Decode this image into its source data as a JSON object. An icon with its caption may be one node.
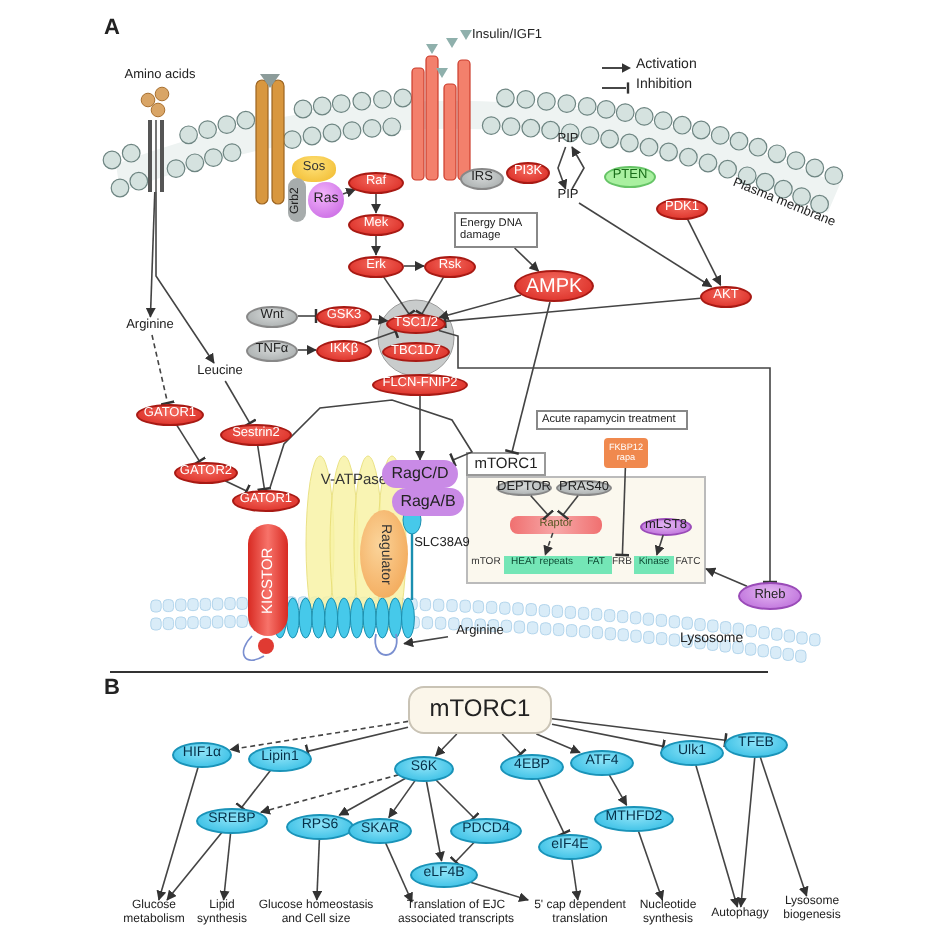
{
  "diagram": {
    "nodes": [
      {
        "text": [
          "Amino acids"
        ]
      },
      {
        "text": [],
        "shape": "bar"
      },
      {
        "text": [
          "Arginine"
        ]
      },
      {
        "text": [
          "Leucine"
        ]
      },
      {
        "text": [
          "GATOR1"
        ]
      },
      {
        "text": [
          "Sestrin2"
        ]
      },
      {
        "text": [
          "GATOR2"
        ]
      },
      {
        "text": [
          "GATOR1"
        ]
      },
      {
        "text": [
          "KICSTOR"
        ]
      },
      {
        "text": [
          "V-ATPase"
        ]
      },
      {
        "text": [
          "RagC/D"
        ]
      },
      {
        "text": [
          "RagA/B"
        ]
      },
      {
        "text": [
          "Ragulator"
        ]
      },
      {
        "text": [
          "SLC38A9"
        ]
      },
      {
        "text": [
          "Arginine"
        ]
      },
      {
        "text": [
          "Sos"
        ]
      },
      {
        "text": [
          "Ras"
        ]
      },
      {
        "text": [
          "Grb2"
        ]
      },
      {
        "text": [
          "Raf"
        ]
      },
      {
        "text": [
          "Mek"
        ]
      },
      {
        "text": [
          "Erk"
        ]
      },
      {
        "text": [
          "Rsk"
        ]
      },
      {
        "text": [
          "IRS"
        ]
      },
      {
        "text": [
          "PI3K"
        ]
      },
      {
        "text": [
          "PIP"
        ]
      },
      {
        "text": [
          "PIP"
        ]
      },
      {
        "text": [
          "PTEN"
        ]
      },
      {
        "text": [
          "PDK1"
        ]
      },
      {
        "text": [
          "AKT"
        ]
      },
      {
        "text": [
          "Energy DNA damage"
        ]
      },
      {
        "text": [
          "AMPK"
        ]
      },
      {
        "text": [
          "Wnt"
        ]
      },
      {
        "text": [
          "GSK3"
        ]
      },
      {
        "text": [
          "TNFα"
        ]
      },
      {
        "text": [
          "IKKβ"
        ]
      },
      {
        "text": [
          "TSC1/2"
        ]
      },
      {
        "text": [
          "TBC1D7"
        ]
      },
      {
        "text": [
          "FLCN-FNIP2"
        ]
      },
      {
        "text": [
          "Acute rapamycin treatment"
        ]
      },
      {
        "text": [
          "FKBP12 rapa"
        ]
      },
      {
        "text": [
          "mTORC1"
        ]
      },
      {
        "text": [
          "DEPTOR"
        ],
        "in": 40
      },
      {
        "text": [
          "PRAS40"
        ],
        "in": 40
      },
      {
        "text": [
          "Raptor"
        ],
        "in": 40
      },
      {
        "text": [
          "mLST8"
        ],
        "in": 40
      },
      {
        "text": [
          "mTOR"
        ],
        "in": 40
      },
      {
        "text": [
          "HEAT repeats"
        ],
        "in": 40
      },
      {
        "text": [
          "FAT"
        ],
        "in": 40
      },
      {
        "text": [
          "FRB"
        ],
        "in": 40
      },
      {
        "text": [
          "Kinase"
        ],
        "in": 40
      },
      {
        "text": [
          "FATC"
        ],
        "in": 40
      },
      {
        "text": [
          "Rheb"
        ]
      },
      {
        "text": [
          "mTORC1"
        ]
      },
      {
        "text": [
          "HIF1α"
        ]
      },
      {
        "text": [
          "Lipin1"
        ]
      },
      {
        "text": [
          "S6K"
        ]
      },
      {
        "text": [
          "4EBP"
        ]
      },
      {
        "text": [
          "ATF4"
        ]
      },
      {
        "text": [
          "Ulk1"
        ]
      },
      {
        "text": [
          "TFEB"
        ]
      },
      {
        "text": [
          "SREBP"
        ]
      },
      {
        "text": [
          "RPS6"
        ]
      },
      {
        "text": [
          "SKAR"
        ]
      },
      {
        "text": [
          "PDCD4"
        ]
      },
      {
        "text": [
          "eLF4B"
        ]
      },
      {
        "text": [
          "eIF4E"
        ]
      },
      {
        "text": [
          "MTHFD2"
        ]
      },
      {
        "text": [
          "Glucose metabolism"
        ]
      },
      {
        "text": [
          "Lipid synthesis"
        ]
      },
      {
        "text": [
          "Glucose homeostasis and Cell size"
        ]
      },
      {
        "text": [
          "Translation of EJC associated transcripts"
        ]
      },
      {
        "text": [
          "5' cap dependent translation"
        ]
      },
      {
        "text": [
          "Nucleotide synthesis"
        ]
      },
      {
        "text": [
          "Autophagy"
        ]
      },
      {
        "text": [
          "Lysosome biogenesis"
        ]
      },
      {
        "text": [],
        "shape": "picture"
      }
    ],
    "edges": [
      {
        "from": 1,
        "to": 2,
        "arrow": "to"
      },
      {
        "from": 1,
        "to": 3,
        "arrow": "to"
      },
      {
        "from": 2,
        "to": 4,
        "arrow": "other",
        "style": "dashed"
      },
      {
        "from": 3,
        "to": 5,
        "arrow": "other"
      },
      {
        "from": 4,
        "to": 6,
        "arrow": "other"
      },
      {
        "from": 6,
        "to": 7,
        "arrow": "other"
      },
      {
        "from": 5,
        "to": 7,
        "arrow": "other"
      },
      {
        "from": 7,
        "to": 10,
        "arrow": "other"
      },
      {
        "from": 37,
        "to": 10,
        "arrow": "to"
      },
      {
        "from": 16,
        "to": 18,
        "arrow": "to"
      },
      {
        "from": 18,
        "to": 19,
        "arrow": "to"
      },
      {
        "from": 19,
        "to": 20,
        "arrow": "to"
      },
      {
        "from": 20,
        "to": 21,
        "arrow": "to"
      },
      {
        "from": 20,
        "to": 35,
        "arrow": "other"
      },
      {
        "from": 21,
        "to": 35,
        "arrow": "other"
      },
      {
        "from": 31,
        "to": 32,
        "arrow": "other"
      },
      {
        "from": 32,
        "to": 35,
        "arrow": "to"
      },
      {
        "from": 33,
        "to": 34,
        "arrow": "to"
      },
      {
        "from": 34,
        "to": 35,
        "arrow": "other"
      },
      {
        "from": 30,
        "to": 35,
        "arrow": "to"
      },
      {
        "from": 28,
        "to": 35,
        "arrow": "other"
      },
      {
        "from": 35,
        "to": 51,
        "arrow": "other"
      },
      {
        "from": 51,
        "to": 40,
        "arrow": "to"
      },
      {
        "from": 30,
        "to": 40,
        "arrow": "other"
      },
      {
        "from": 29,
        "to": 30,
        "arrow": "to"
      },
      {
        "from": 25,
        "to": 28,
        "arrow": "to"
      },
      {
        "from": 27,
        "to": 28,
        "arrow": "to"
      },
      {
        "from": 24,
        "to": 25,
        "arrow": "to"
      },
      {
        "from": 25,
        "to": 24,
        "arrow": "to"
      },
      {
        "from": 41,
        "to": 43,
        "arrow": "other"
      },
      {
        "from": 42,
        "to": 43,
        "arrow": "other"
      },
      {
        "from": 43,
        "to": 46,
        "arrow": "to",
        "style": "dashed"
      },
      {
        "from": 44,
        "to": 49,
        "arrow": "to"
      },
      {
        "from": 39,
        "to": 48,
        "arrow": "other"
      },
      {
        "from": 14,
        "to": 75,
        "arrow": "to"
      },
      {
        "from": 52,
        "to": 53,
        "arrow": "to",
        "style": "dashed"
      },
      {
        "from": 52,
        "to": 54,
        "arrow": "other"
      },
      {
        "from": 52,
        "to": 55,
        "arrow": "to"
      },
      {
        "from": 52,
        "to": 56,
        "arrow": "other"
      },
      {
        "from": 52,
        "to": 57,
        "arrow": "to"
      },
      {
        "from": 52,
        "to": 58,
        "arrow": "other"
      },
      {
        "from": 52,
        "to": 59,
        "arrow": "other"
      },
      {
        "from": 53,
        "to": 67,
        "arrow": "to"
      },
      {
        "from": 54,
        "to": 60,
        "arrow": "other"
      },
      {
        "from": 55,
        "to": 60,
        "arrow": "to",
        "style": "dashed"
      },
      {
        "from": 55,
        "to": 61,
        "arrow": "to"
      },
      {
        "from": 55,
        "to": 62,
        "arrow": "to"
      },
      {
        "from": 55,
        "to": 64,
        "arrow": "to"
      },
      {
        "from": 55,
        "to": 63,
        "arrow": "other"
      },
      {
        "from": 63,
        "to": 64,
        "arrow": "other"
      },
      {
        "from": 56,
        "to": 65,
        "arrow": "other"
      },
      {
        "from": 57,
        "to": 66,
        "arrow": "to"
      },
      {
        "from": 60,
        "to": 67,
        "arrow": "to"
      },
      {
        "from": 60,
        "to": 68,
        "arrow": "to"
      },
      {
        "from": 61,
        "to": 69,
        "arrow": "to"
      },
      {
        "from": 62,
        "to": 70,
        "arrow": "to"
      },
      {
        "from": 64,
        "to": 71,
        "arrow": "to"
      },
      {
        "from": 65,
        "to": 71,
        "arrow": "to"
      },
      {
        "from": 66,
        "to": 72,
        "arrow": "to"
      },
      {
        "from": 58,
        "to": 73,
        "arrow": "to"
      },
      {
        "from": 59,
        "to": 73,
        "arrow": "to"
      },
      {
        "from": 59,
        "to": 74,
        "arrow": "to"
      }
    ],
    "labels": [
      "A",
      "Insulin/IGF1",
      "Plasma membrane",
      "Lysosome",
      "B"
    ],
    "legend": [
      {
        "text": "Activation"
      },
      {
        "text": "Inhibition"
      }
    ]
  }
}
